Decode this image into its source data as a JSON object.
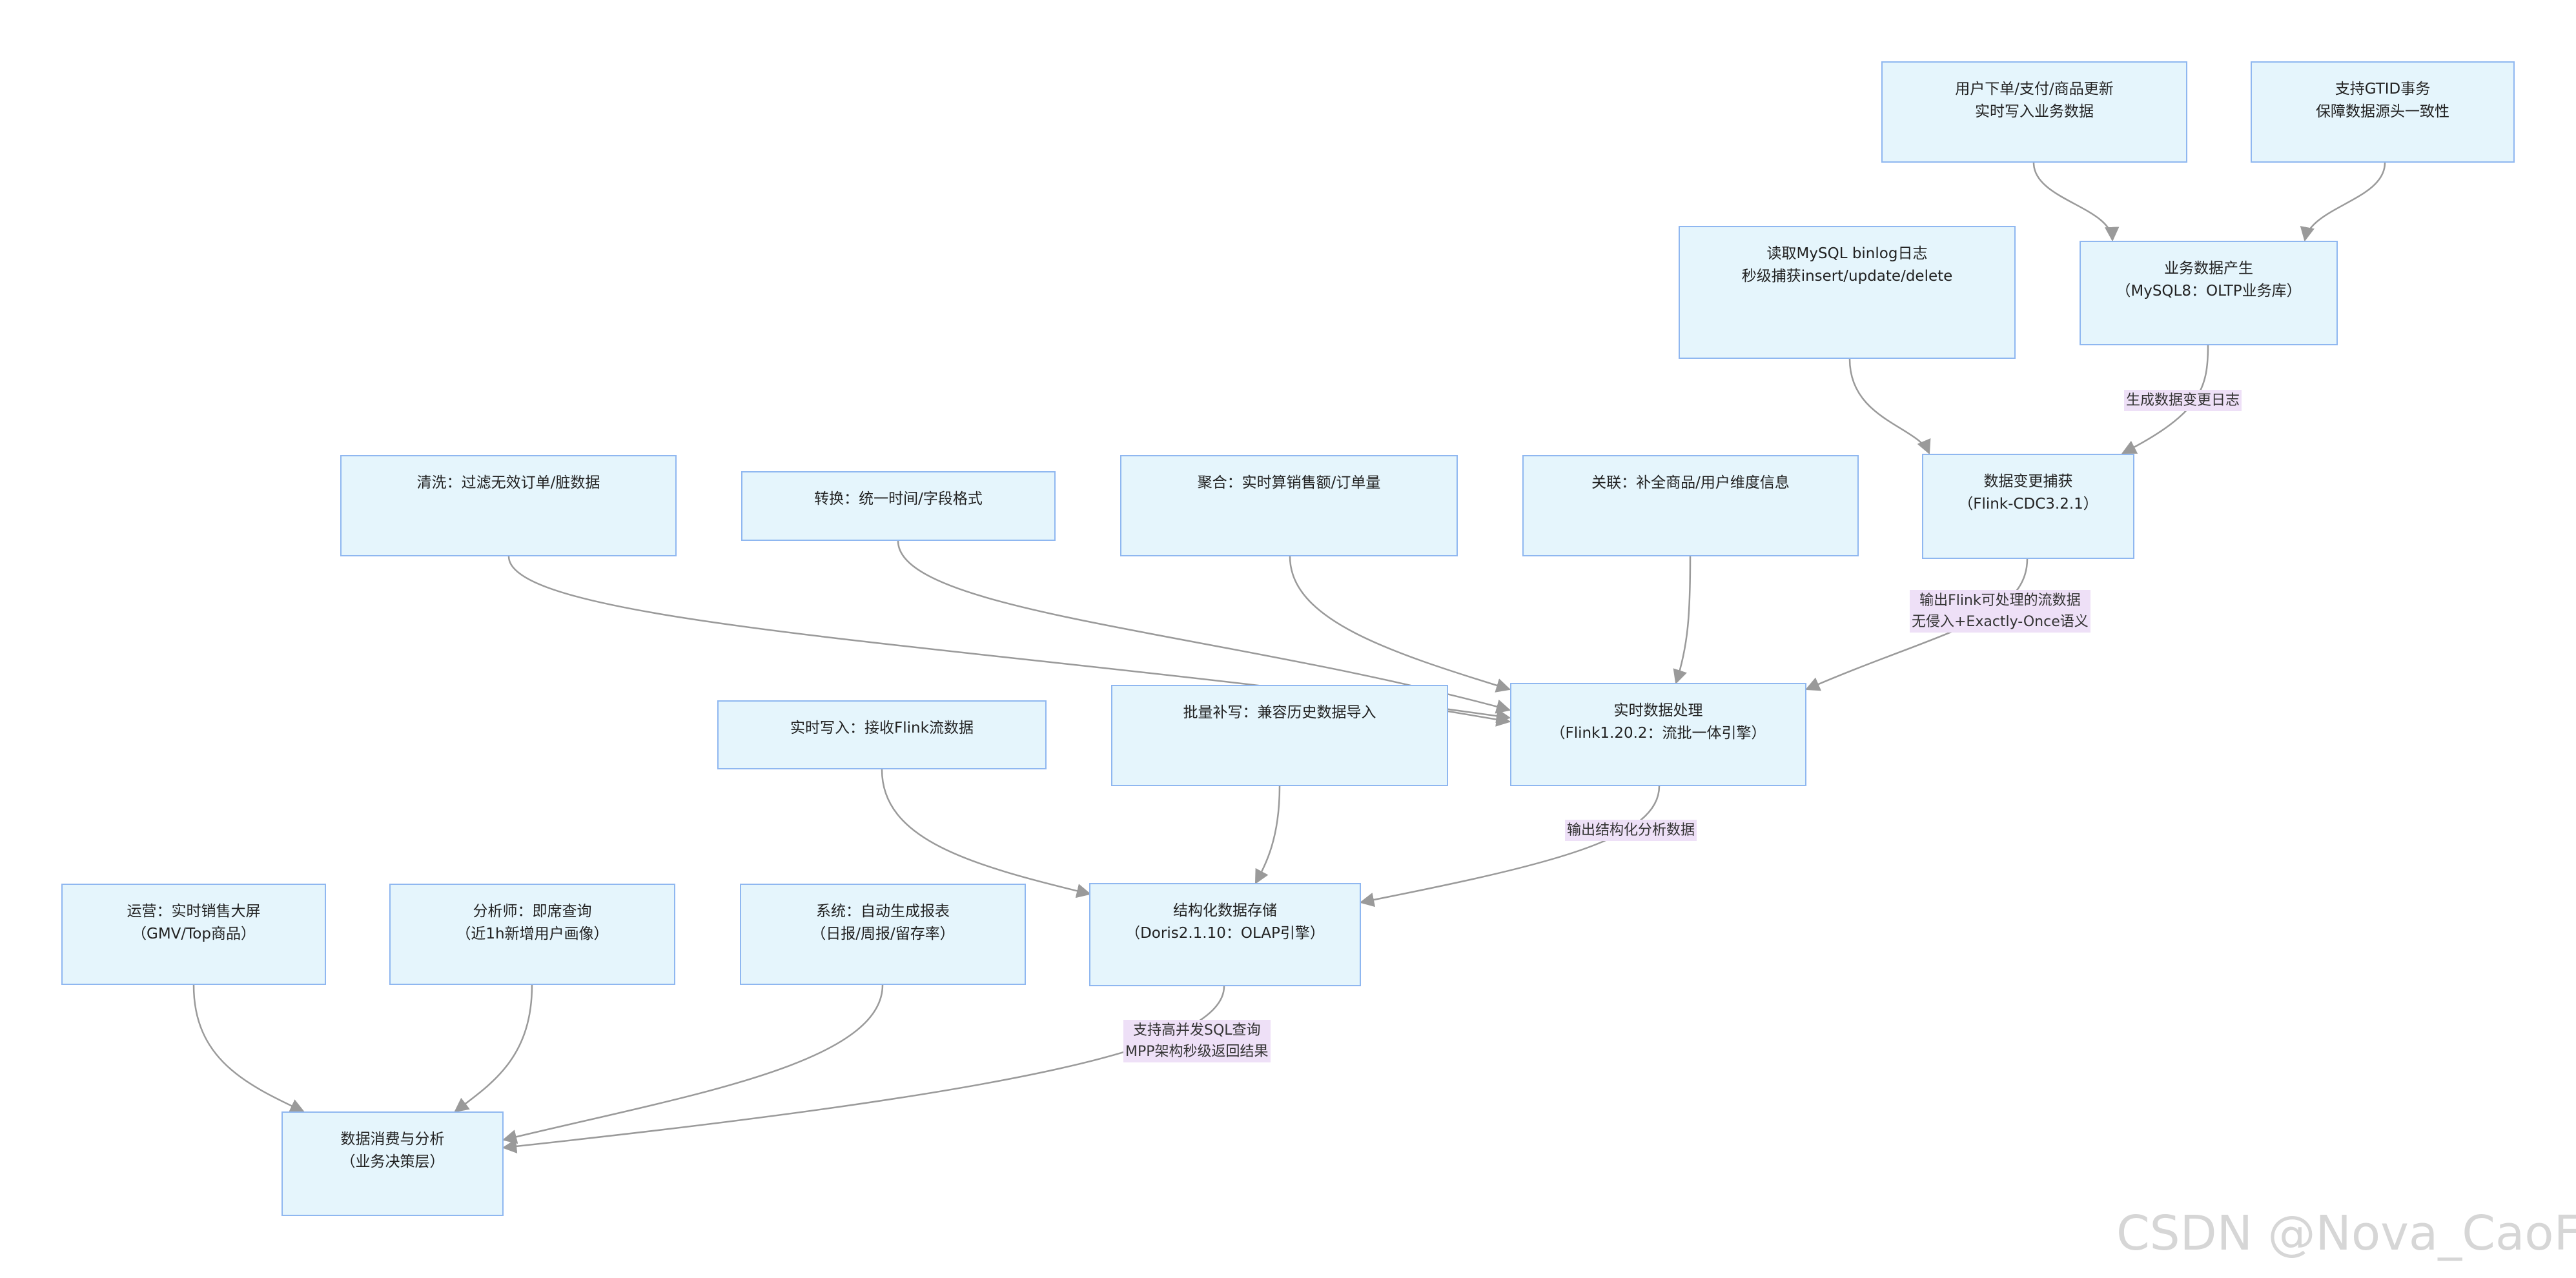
{
  "nodes": {
    "user_ops": {
      "lines": [
        "用户下单/支付/商品更新",
        "实时写入业务数据"
      ]
    },
    "gtid": {
      "lines": [
        "支持GTID事务",
        "保障数据源头一致性"
      ]
    },
    "binlog": {
      "lines": [
        "读取MySQL binlog日志",
        "秒级捕获insert/update/delete"
      ]
    },
    "source": {
      "lines": [
        "业务数据产生",
        "（MySQL8：OLTP业务库）"
      ]
    },
    "cdc": {
      "lines": [
        "数据变更捕获",
        "（Flink-CDC3.2.1）"
      ]
    },
    "clean": {
      "lines": [
        "清洗：过滤无效订单/脏数据"
      ]
    },
    "transform": {
      "lines": [
        "转换：统一时间/字段格式"
      ]
    },
    "aggregate": {
      "lines": [
        "聚合：实时算销售额/订单量"
      ]
    },
    "join": {
      "lines": [
        "关联：补全商品/用户维度信息"
      ]
    },
    "flink": {
      "lines": [
        "实时数据处理",
        "（Flink1.20.2：流批一体引擎）"
      ]
    },
    "batch": {
      "lines": [
        "批量补写：兼容历史数据导入"
      ]
    },
    "rt_write": {
      "lines": [
        "实时写入：接收Flink流数据"
      ]
    },
    "doris": {
      "lines": [
        "结构化数据存储",
        "（Doris2.1.10：OLAP引擎）"
      ]
    },
    "ops": {
      "lines": [
        "运营：实时销售大屏",
        "（GMV/Top商品）"
      ]
    },
    "analyst": {
      "lines": [
        "分析师：即席查询",
        "（近1h新增用户画像）"
      ]
    },
    "system": {
      "lines": [
        "系统：自动生成报表",
        "（日报/周报/留存率）"
      ]
    },
    "consume": {
      "lines": [
        "数据消费与分析",
        "（业务决策层）"
      ]
    }
  },
  "edge_labels": {
    "source_cdc": {
      "lines": [
        "生成数据变更日志"
      ]
    },
    "cdc_flink": {
      "lines": [
        "输出Flink可处理的流数据",
        "无侵入+Exactly-Once语义"
      ]
    },
    "flink_doris": {
      "lines": [
        "输出结构化分析数据"
      ]
    },
    "doris_consume": {
      "lines": [
        "支持高并发SQL查询",
        "MPP架构秒级返回结果"
      ]
    }
  },
  "watermark": "CSDN @Nova_CaoFc",
  "colors": {
    "node_fill": "#e5f5fc",
    "node_border": "#8fb7f0",
    "edge": "#9a9a9a",
    "edge_label_bg": "#eee0f7"
  }
}
